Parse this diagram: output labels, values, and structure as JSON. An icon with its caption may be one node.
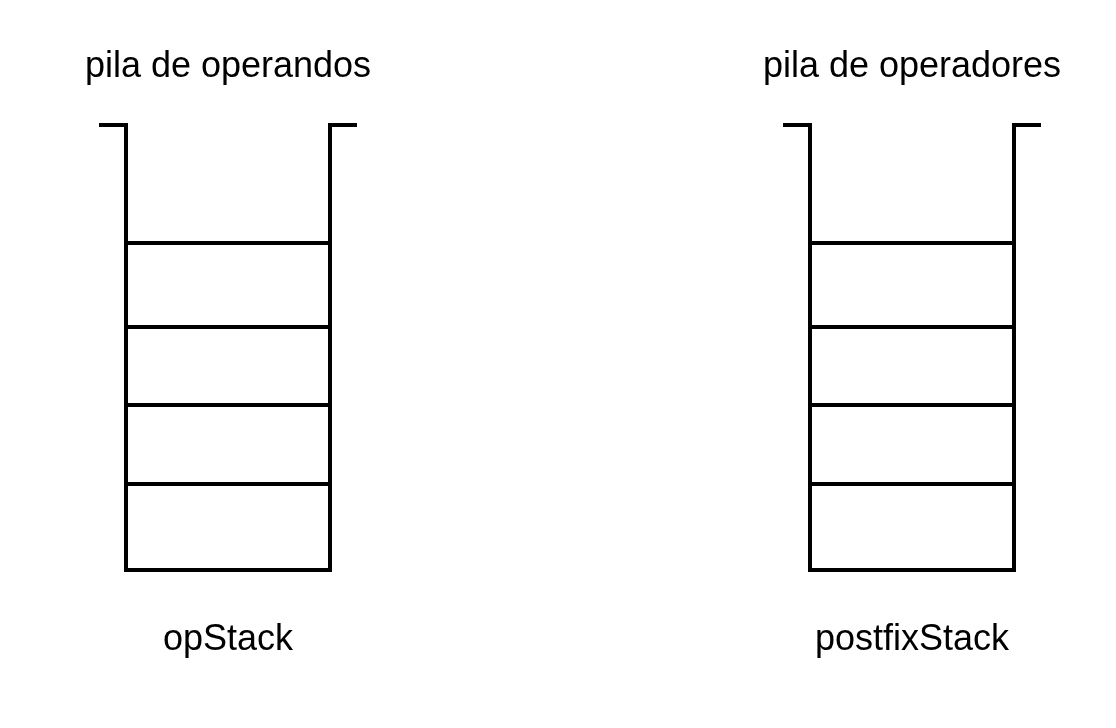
{
  "diagram": {
    "nodes": [
      {
        "text": [
          "pila de operandos"
        ],
        "beside": [
          "opStack"
        ]
      },
      {
        "text": [],
        "shape": "box",
        "in": 0
      },
      {
        "text": [],
        "shape": "box",
        "in": 0
      },
      {
        "text": [],
        "shape": "box",
        "in": 0
      },
      {
        "text": [],
        "shape": "box",
        "in": 0
      },
      {
        "text": [
          "pila de operadores"
        ],
        "beside": [
          "postfixStack"
        ]
      },
      {
        "text": [],
        "shape": "box",
        "in": 5
      },
      {
        "text": [],
        "shape": "box",
        "in": 5
      },
      {
        "text": [],
        "shape": "box",
        "in": 5
      },
      {
        "text": [],
        "shape": "box",
        "in": 5
      }
    ]
  }
}
